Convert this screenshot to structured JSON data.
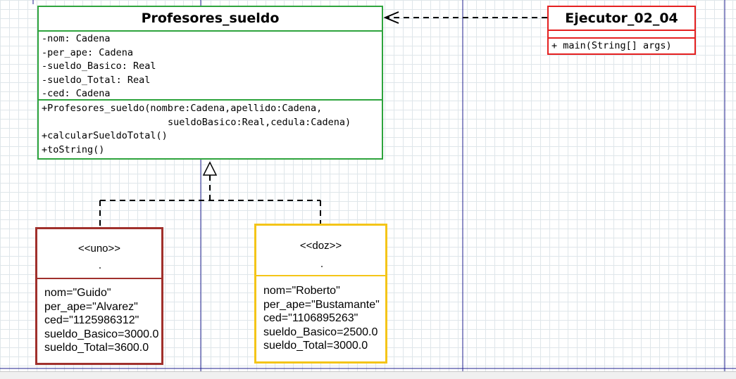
{
  "classes": {
    "profesores": {
      "name": "Profesores_sueldo",
      "attributes": [
        "-nom: Cadena",
        "-per_ape: Cadena",
        "-sueldo_Basico: Real",
        "-sueldo_Total: Real",
        "-ced: Cadena"
      ],
      "operations": [
        "+Profesores_sueldo(nombre:Cadena,apellido:Cadena,",
        "sueldoBasico:Real,cedula:Cadena)",
        "+calcularSueldoTotal()",
        "+toString()"
      ]
    },
    "ejecutor": {
      "name": "Ejecutor_02_04",
      "operations": [
        "+ main(String[] args)"
      ]
    }
  },
  "objects": {
    "uno": {
      "stereotype": "<<uno>>",
      "fields": [
        "nom=\"Guido\"",
        "per_ape=\"Alvarez\"",
        "ced=\"1125986312\"",
        "sueldo_Basico=3000.0",
        "sueldo_Total=3600.0"
      ]
    },
    "doz": {
      "stereotype": "<<doz>>",
      "fields": [
        "nom=\"Roberto\"",
        "per_ape=\"Bustamante\"",
        "ced=\"1106895263\"",
        "sueldo_Basico=2500.0",
        "sueldo_Total=3000.0"
      ]
    }
  },
  "colors": {
    "class_border": "#2ea43d",
    "runner_border": "#e52020",
    "uno_border": "#a0302c",
    "doz_border": "#f4c518",
    "page_border": "#1f1f8f",
    "grid": "#dfe6ea"
  }
}
